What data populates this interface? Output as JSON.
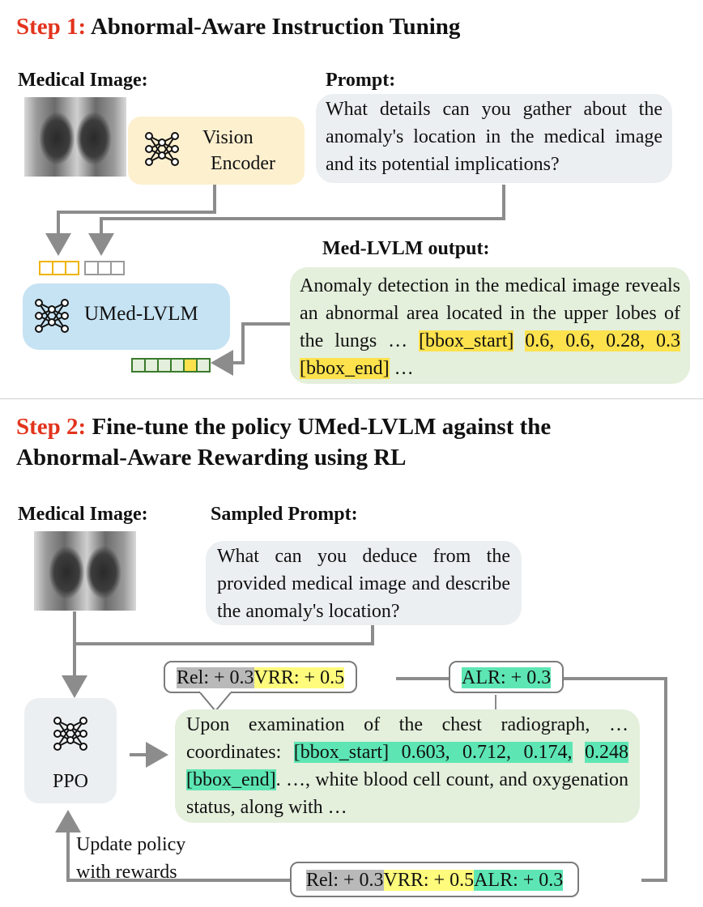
{
  "step1": {
    "num": "Step 1:",
    "title": "Abnormal-Aware Instruction Tuning",
    "medical_image_label": "Medical Image:",
    "prompt_label": "Prompt:",
    "prompt_text": "What details can you gather about the anomaly's location in the medical image and its potential implications?",
    "encoder_line1": "Vision",
    "encoder_line2": "Encoder",
    "model_label": "UMed-LVLM",
    "output_label": "Med-LVLM output:",
    "output_text_1": "Anomaly detection in the medical image reveals an abnormal area located in the upper lobes of the lungs … ",
    "output_hl_1": "[bbox_start]",
    "output_hl_2": "0.6, 0.6, 0.28, 0.3 [bbox_end]",
    "output_text_2": " …"
  },
  "step2": {
    "num": "Step 2:",
    "title_line1": "Fine-tune the policy UMed-LVLM against the",
    "title_line2": "Abnormal-Aware Rewarding using RL",
    "medical_image_label": "Medical Image:",
    "prompt_label": "Sampled Prompt:",
    "prompt_text": "What can you deduce from the provided medical image and describe the anomaly's location?",
    "ppo_label": "PPO",
    "response_text_1": "Upon examination of the chest radiograph, … coordinates: ",
    "response_hl_1": "[bbox_start] 0.603, 0.712, 0.174,",
    "response_hl_2": "0.248 [bbox_end]",
    "response_text_2": ". …, white blood cell count, and oxygenation status, along with …",
    "reward_rel": "Rel: + 0.3",
    "reward_vrr": "VRR: + 0.5",
    "reward_alr": "ALR: + 0.3",
    "update_line1": "Update policy",
    "update_line2": "with rewards"
  },
  "colors": {
    "step_red": "#e2341d",
    "bbox_yellow": "#fde24d",
    "bbox_green": "#5de6b4",
    "arrow_gray": "#8c8c8c"
  }
}
